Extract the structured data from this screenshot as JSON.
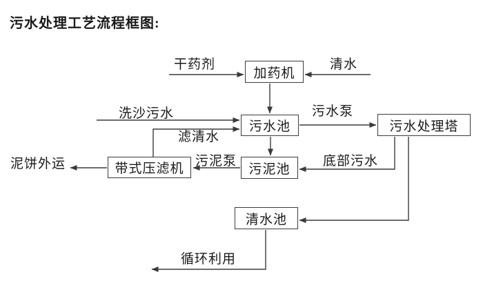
{
  "page": {
    "title": "污水处理工艺流程框图:"
  },
  "diagram": {
    "nodes": {
      "dosing_machine": "加药机",
      "sewage_pool": "污水池",
      "treatment_tower": "污水处理塔",
      "sludge_pool": "污泥池",
      "belt_filter_press": "带式压滤机",
      "clean_water_pool": "清水池"
    },
    "edge_labels": {
      "dry_agent": "干药剂",
      "clean_water": "清水",
      "sand_wash_sewage": "洗沙污水",
      "sewage_pump": "污水泵",
      "filtered_water": "滤清水",
      "sludge_pump": "污泥泵",
      "bottom_sewage": "底部污水",
      "mud_cake_out": "泥饼外运",
      "recycling": "循环利用"
    },
    "colors": {
      "line": "#3a3a3a",
      "box_border": "#3a3a3a",
      "box_fill": "#ffffff",
      "background": "#ffffff",
      "text": "#1a1a1a"
    }
  }
}
